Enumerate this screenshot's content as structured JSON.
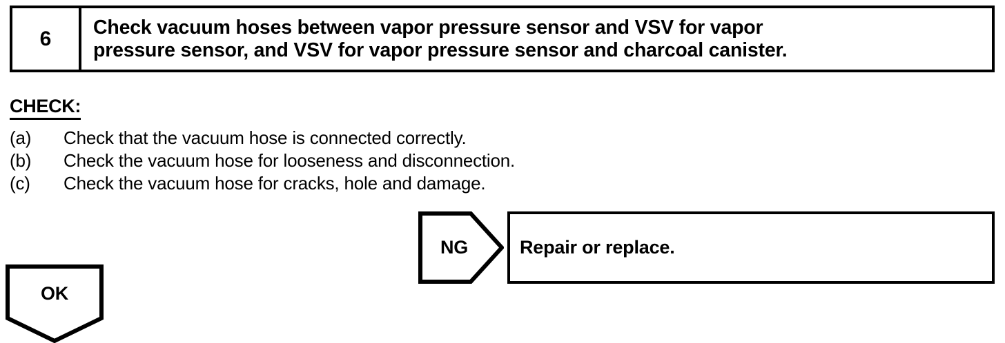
{
  "step": {
    "number": "6",
    "description": "Check vacuum hoses between vapor pressure sensor and VSV for vapor\npressure sensor, and VSV for vapor pressure sensor and charcoal canister."
  },
  "check_section": {
    "heading": "CHECK:",
    "items": [
      {
        "label": "(a)",
        "text": "Check that the vacuum hose is connected correctly."
      },
      {
        "label": "(b)",
        "text": "Check the vacuum hose for looseness and disconnection."
      },
      {
        "label": "(c)",
        "text": "Check the vacuum hose for cracks, hole and damage."
      }
    ]
  },
  "branches": {
    "ng": {
      "label": "NG",
      "result_text": "Repair or replace."
    },
    "ok": {
      "label": "OK"
    }
  },
  "colors": {
    "ink": "#000000",
    "paper": "#ffffff"
  }
}
